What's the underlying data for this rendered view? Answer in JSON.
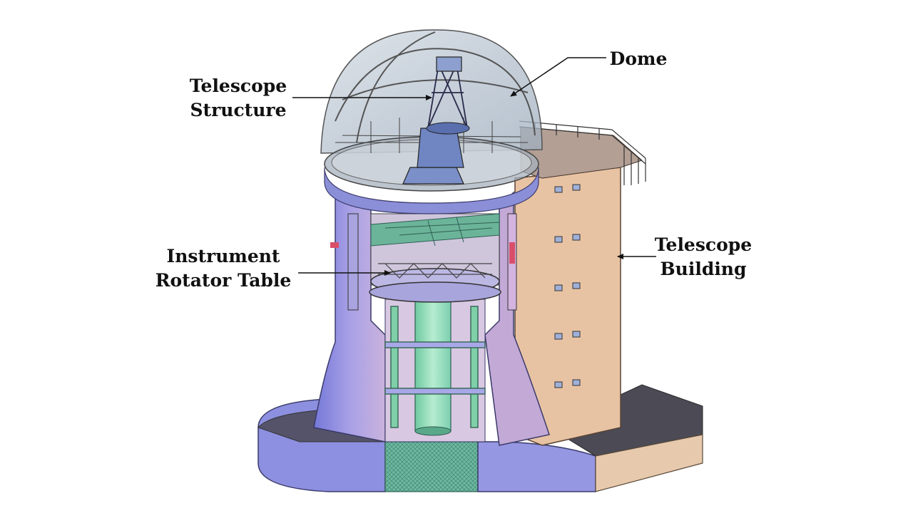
{
  "labels": {
    "dome": {
      "line1": "Dome"
    },
    "telescope_structure": {
      "line1": "Telescope",
      "line2": "Structure"
    },
    "instrument_rotator_table": {
      "line1": "Instrument",
      "line2": "Rotator Table"
    },
    "telescope_building": {
      "line1": "Telescope",
      "line2": "Building"
    }
  },
  "colors": {
    "background": "#ffffff",
    "label_text": "#111111",
    "arrow": "#111111",
    "dome_glass": "#b7c4d0",
    "tower_blue": "#8f93e6",
    "tower_mauve": "#b9a6d8",
    "building_tan": "#e6c2a2",
    "base_dark": "#4e4c5a",
    "shaft_green": "#8ed8b0",
    "mesh_green": "#58a890"
  },
  "icons": {
    "arrowheads": "arrow-head-icon"
  }
}
